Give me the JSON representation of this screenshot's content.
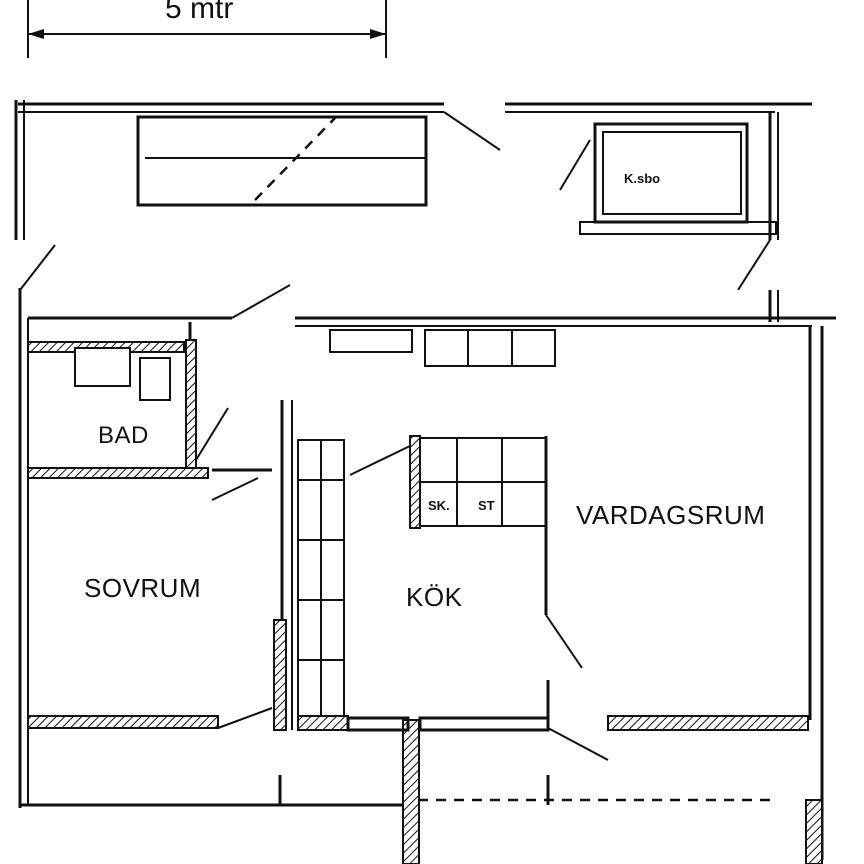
{
  "scale": {
    "label": "5 mtr"
  },
  "rooms": {
    "bad": "BAD",
    "sovrum": "SOVRUM",
    "kok": "KÖK",
    "vardagsrum": "VARDAGSRUM"
  },
  "appliances": {
    "storage": "K.sbo",
    "sink": "SK.",
    "stove": "ST"
  }
}
